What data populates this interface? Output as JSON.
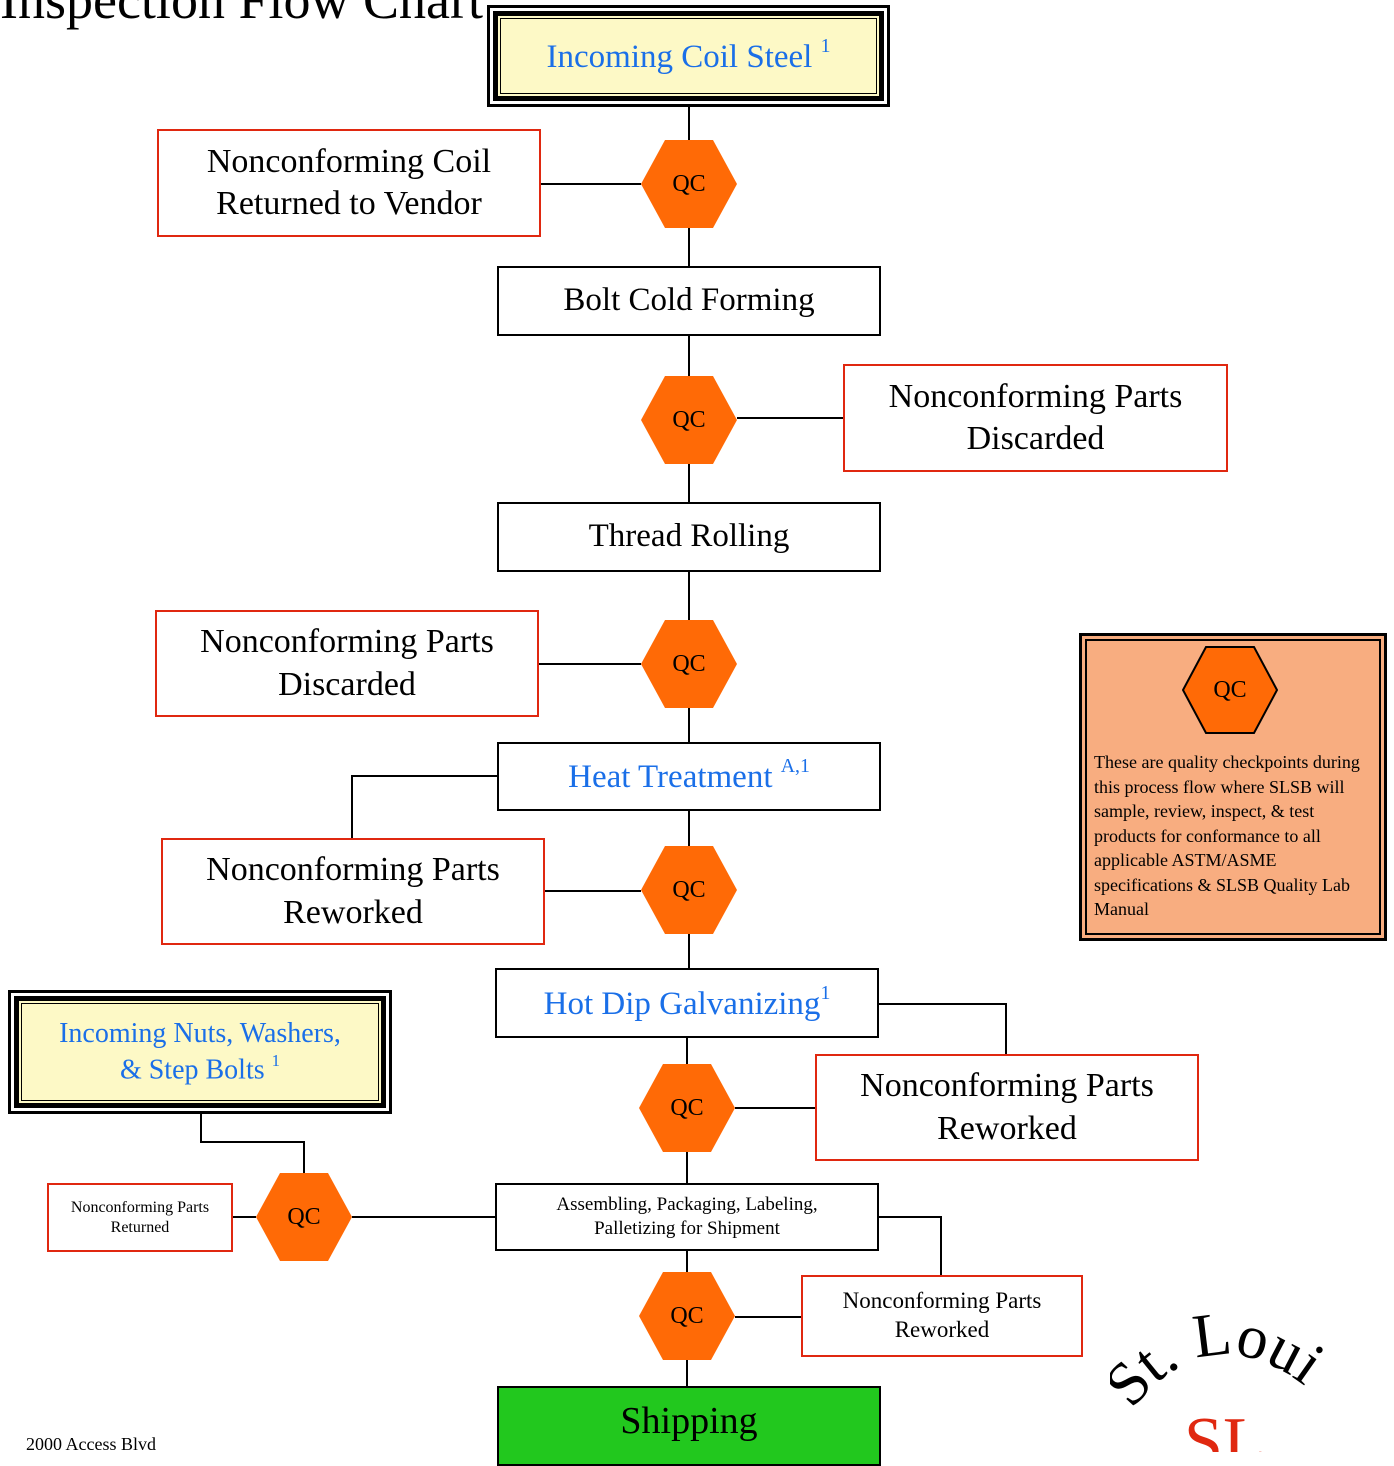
{
  "title": "Inspection Flow Chart",
  "incoming": {
    "coil": {
      "text": "Incoming Coil Steel",
      "note": "1"
    },
    "nuts": {
      "line1": "Incoming Nuts, Washers,",
      "line2": "& Step Bolts",
      "note": "1"
    }
  },
  "processes": {
    "bolt_cold_forming": "Bolt Cold Forming",
    "thread_rolling": "Thread Rolling",
    "heat_treatment": {
      "text": "Heat Treatment",
      "note": "A,1"
    },
    "hot_dip_galvanizing": {
      "text": "Hot Dip Galvanizing",
      "note": "1"
    },
    "assembling": {
      "line1": "Assembling, Packaging, Labeling,",
      "line2": "Palletizing for Shipment"
    },
    "shipping": "Shipping"
  },
  "nonconforming": {
    "coil_returned": {
      "line1": "Nonconforming Coil",
      "line2": "Returned to Vendor"
    },
    "after_forming": {
      "line1": "Nonconforming Parts",
      "line2": "Discarded"
    },
    "after_threading": {
      "line1": "Nonconforming Parts",
      "line2": "Discarded"
    },
    "after_heat": {
      "line1": "Nonconforming Parts",
      "line2": "Reworked"
    },
    "after_galv": {
      "line1": "Nonconforming Parts",
      "line2": "Reworked"
    },
    "nuts_returned": {
      "line1": "Nonconforming Parts",
      "line2": "Returned"
    },
    "after_assembly": {
      "line1": "Nonconforming Parts",
      "line2": "Reworked"
    }
  },
  "qc_label": "QC",
  "legend": {
    "qc_label": "QC",
    "text": "These are quality checkpoints during this process flow where SLSB will sample, review, inspect, & test products for conformance to all applicable ASTM/ASME specifications & SLSB Quality Lab Manual"
  },
  "footer": {
    "address": "2000 Access Blvd"
  },
  "logo": {
    "text": "St. Louis",
    "monogram": "SL"
  },
  "colors": {
    "qc_fill": "#ff6a06",
    "incoming_fill": "#fdf9c6",
    "shipping_fill": "#22c81e",
    "nonconforming_border": "#e02810",
    "link_text": "#1a6fe8",
    "legend_fill": "#f8ad80"
  }
}
